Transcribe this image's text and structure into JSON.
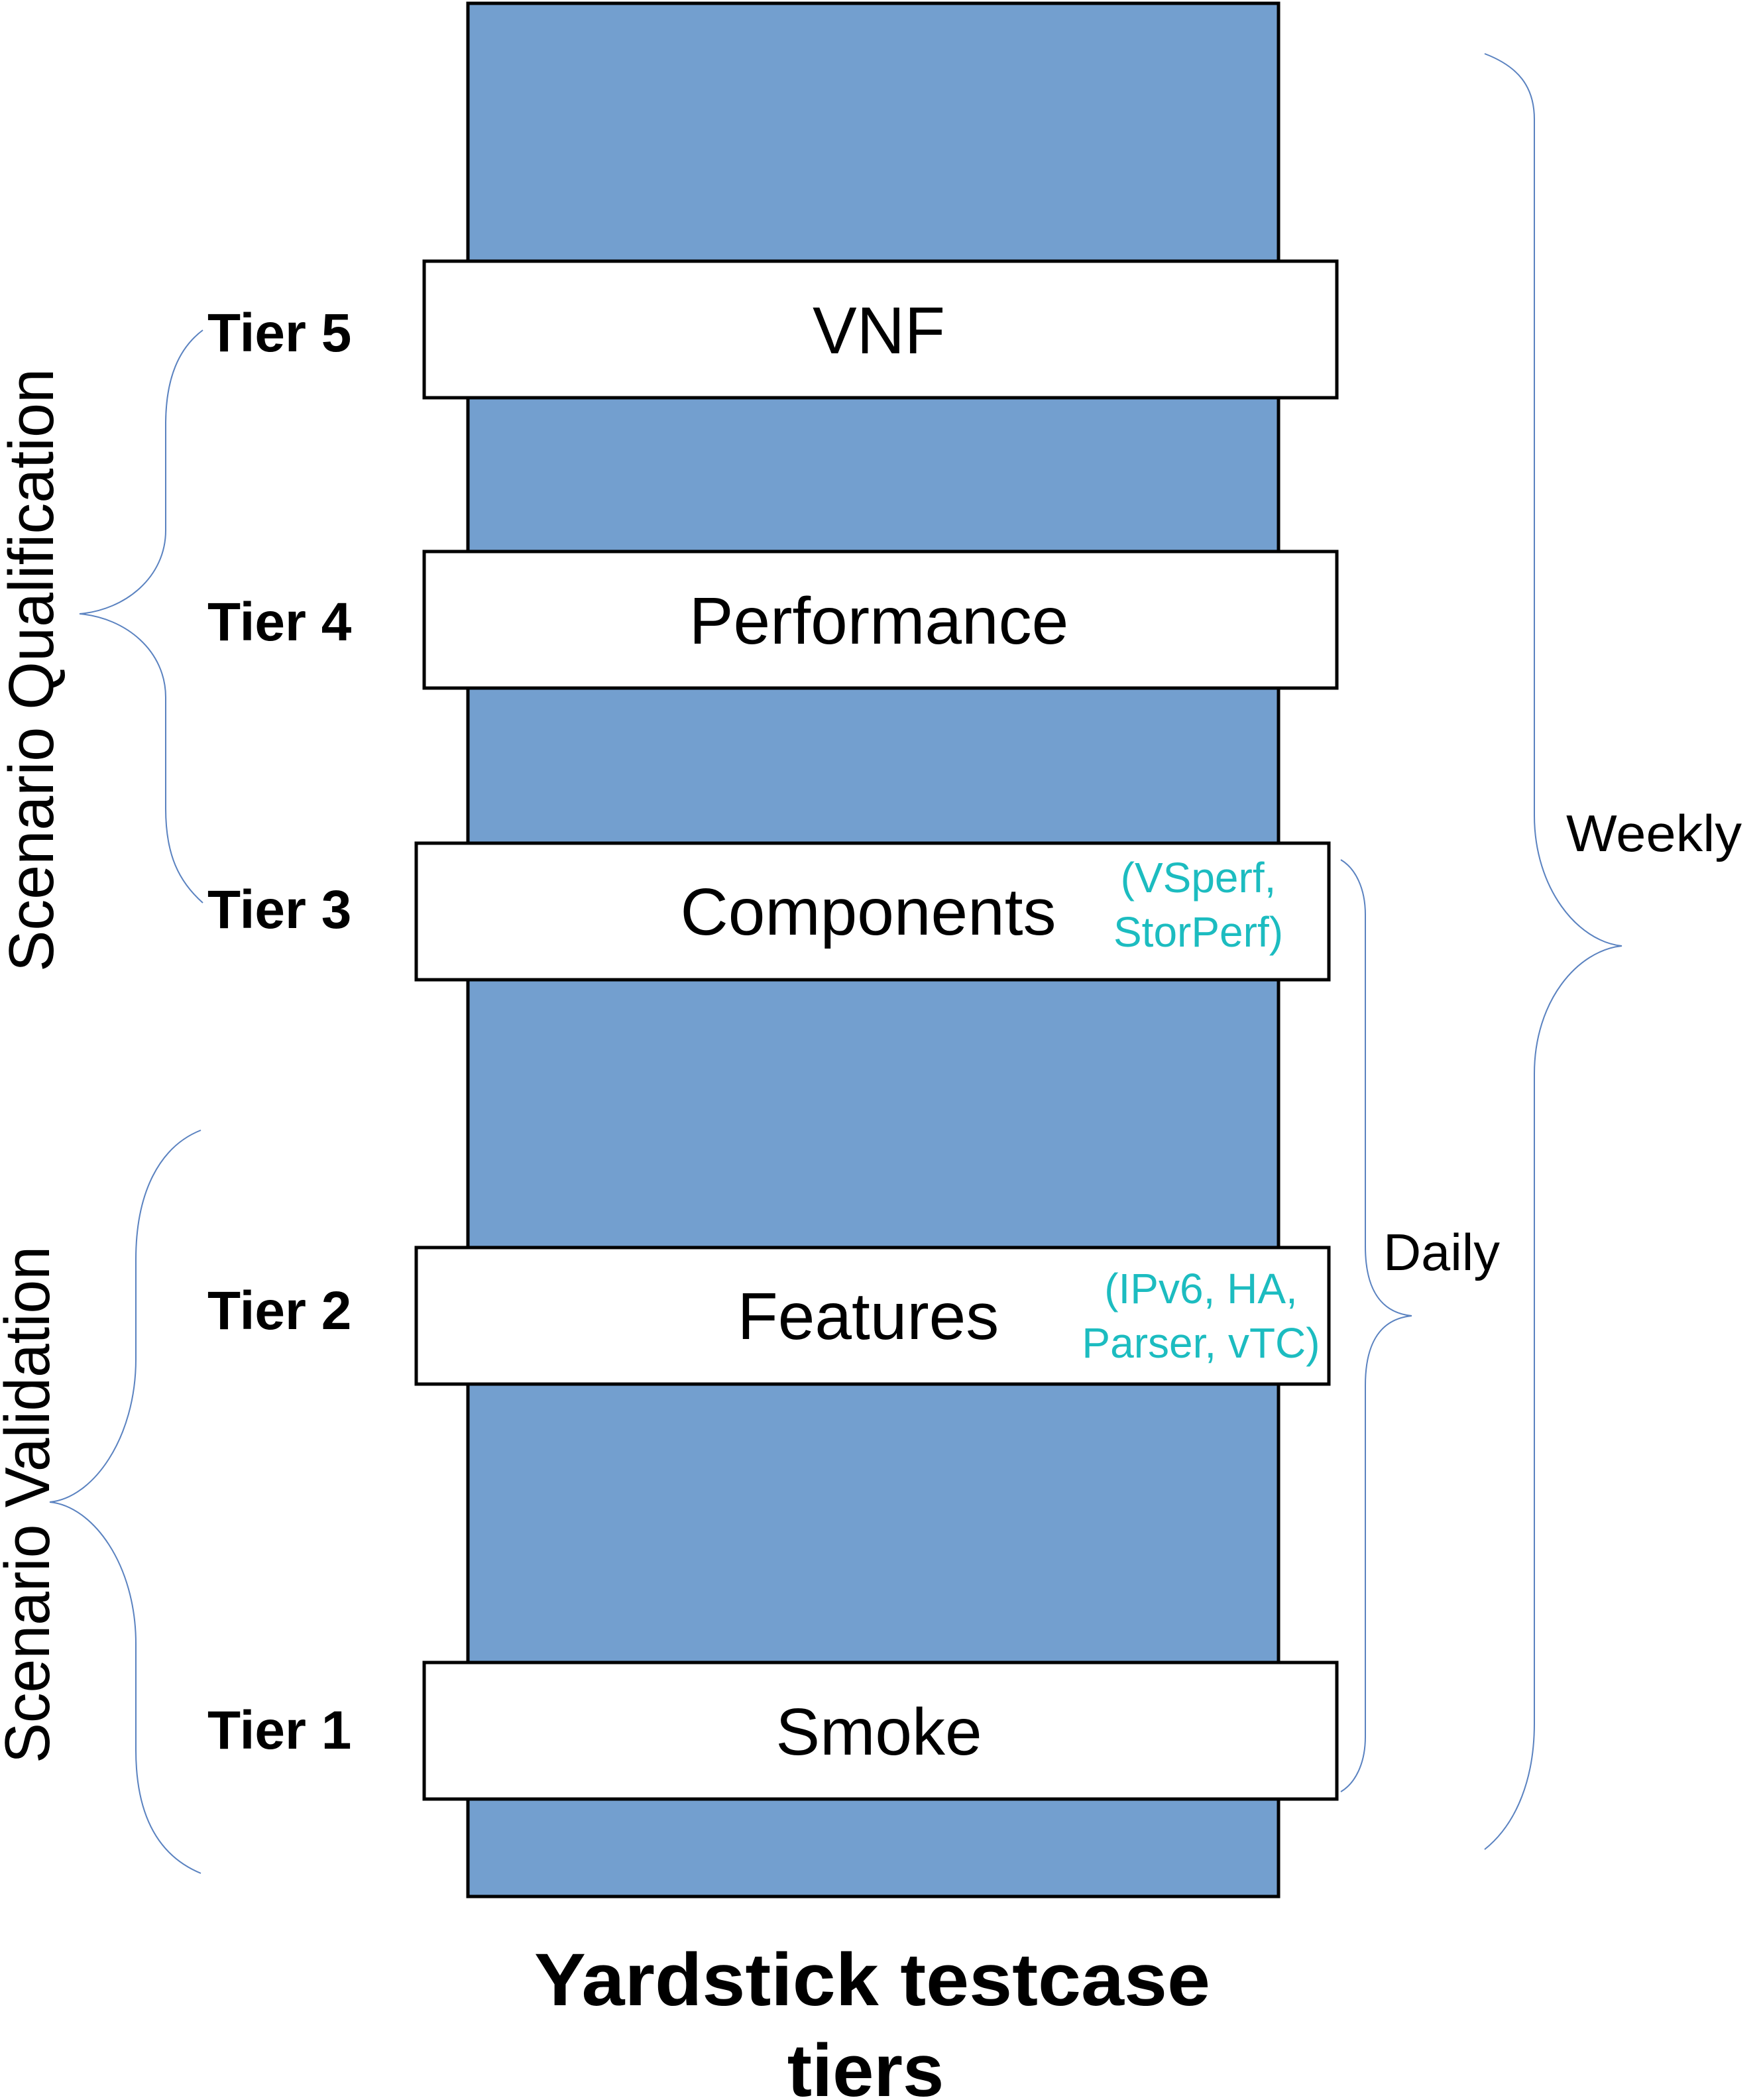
{
  "title": {
    "line1": "Yardstick testcase",
    "line2": "tiers"
  },
  "colors": {
    "column_fill": "#739fcf",
    "box_fill": "#ffffff",
    "annotation_text": "#1cbcc0",
    "brace_stroke": "#5a82c0"
  },
  "tiers": [
    {
      "tier_label": "Tier 5",
      "box_label": "VNF",
      "note_lines": []
    },
    {
      "tier_label": "Tier 4",
      "box_label": "Performance",
      "note_lines": []
    },
    {
      "tier_label": "Tier 3",
      "box_label": "Components",
      "note_lines": [
        "(VSperf,",
        "StorPerf)"
      ]
    },
    {
      "tier_label": "Tier 2",
      "box_label": "Features",
      "note_lines": [
        "(IPv6, HA,",
        "Parser, vTC)"
      ]
    },
    {
      "tier_label": "Tier 1",
      "box_label": "Smoke",
      "note_lines": []
    }
  ],
  "groups": {
    "left": [
      {
        "label": "Scenario Qualification",
        "covers": [
          "Tier 5",
          "Tier 4",
          "Tier 3"
        ]
      },
      {
        "label": "Scenario Validation",
        "covers": [
          "Tier 2",
          "Tier 1"
        ]
      }
    ],
    "right": [
      {
        "label": "Daily",
        "covers": [
          "Tier 3",
          "Tier 2",
          "Tier 1"
        ]
      },
      {
        "label": "Weekly",
        "covers": [
          "Tier 5",
          "Tier 4",
          "Tier 3",
          "Tier 2",
          "Tier 1"
        ]
      }
    ]
  }
}
